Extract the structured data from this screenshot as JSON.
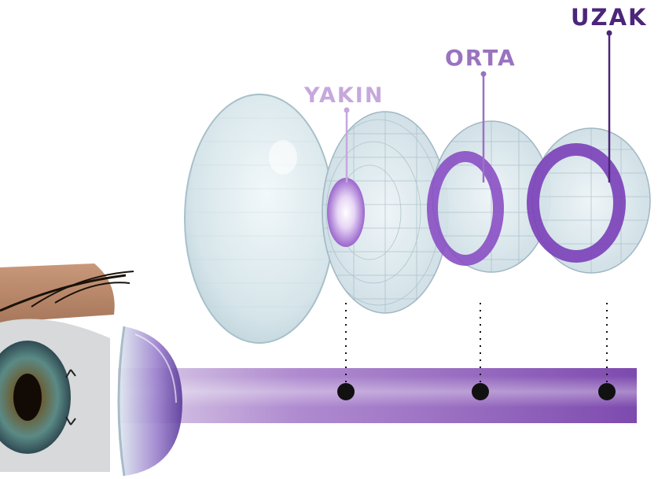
{
  "labels": {
    "near": "YAKIN",
    "mid": "ORTA",
    "far": "UZAK"
  },
  "colors": {
    "near_text": "#c6a8dc",
    "mid_text": "#9a73c0",
    "far_text": "#4c2679",
    "beam": "#8a5bb6",
    "ring": "#8a4fc4",
    "lens_fill": "#d8e6ec",
    "lens_grid": "#9db4bf",
    "focus_dot": "#111111"
  },
  "icons": [
    "eye-illustration",
    "contact-lens-on-eye",
    "focus-point-dot"
  ]
}
